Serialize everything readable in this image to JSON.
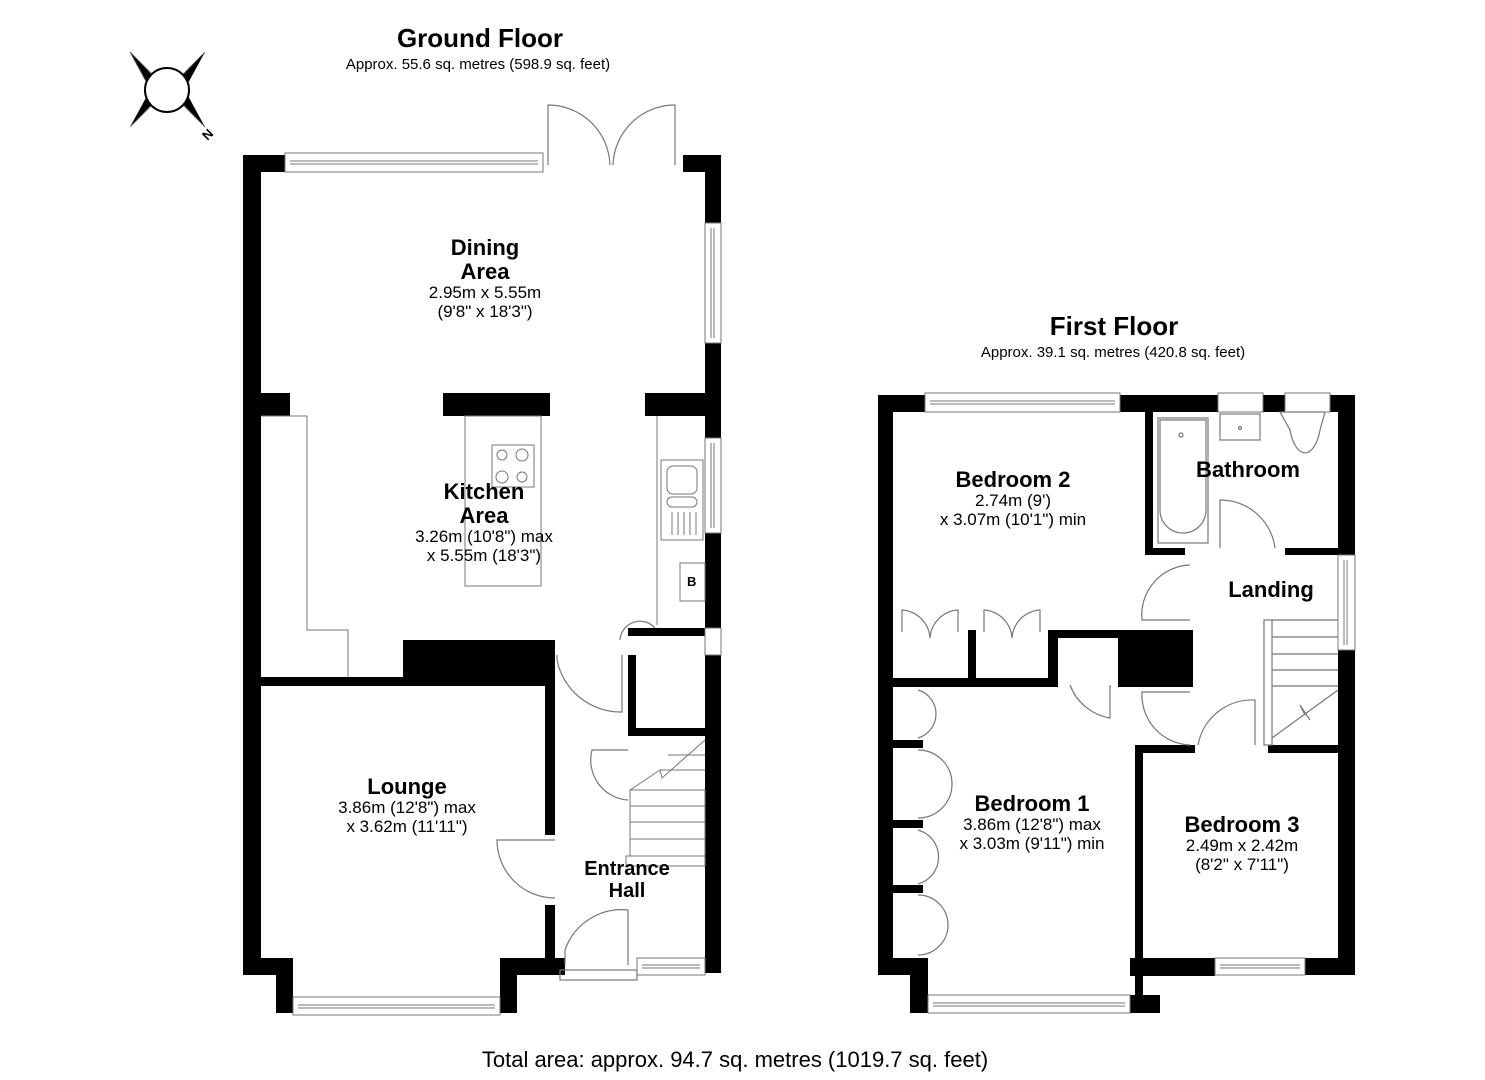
{
  "ground_floor": {
    "title": "Ground Floor",
    "area": "Approx. 55.6 sq. metres (598.9 sq. feet)",
    "rooms": [
      {
        "name_line1": "Dining",
        "name_line2": "Area",
        "dim_line1": "2.95m x 5.55m",
        "dim_line2": "(9'8\" x 18'3\")"
      },
      {
        "name_line1": "Kitchen",
        "name_line2": "Area",
        "dim_line1": "3.26m (10'8\") max",
        "dim_line2": "x 5.55m (18'3\")"
      },
      {
        "name_line1": "Lounge",
        "dim_line1": "3.86m (12'8\") max",
        "dim_line2": "x 3.62m (11'11\")"
      },
      {
        "name_line1": "Entrance",
        "name_line2": "Hall"
      }
    ],
    "boiler_label": "B"
  },
  "first_floor": {
    "title": "First Floor",
    "area": "Approx. 39.1 sq. metres (420.8 sq. feet)",
    "rooms": [
      {
        "name_line1": "Bedroom 2",
        "dim_line1": "2.74m (9')",
        "dim_line2": "x 3.07m (10'1\") min"
      },
      {
        "name_line1": "Bathroom"
      },
      {
        "name_line1": "Landing"
      },
      {
        "name_line1": "Bedroom 1",
        "dim_line1": "3.86m (12'8\") max",
        "dim_line2": "x 3.03m (9'11\") min"
      },
      {
        "name_line1": "Bedroom 3",
        "dim_line1": "2.49m x 2.42m",
        "dim_line2": "(8'2\" x 7'11\")"
      }
    ]
  },
  "compass": {
    "north_label": "N",
    "icon": "compass-rose-icon"
  },
  "total_area": "Total area: approx. 94.7 sq. metres (1019.7 sq. feet)",
  "colors": {
    "wall": "#000000",
    "fixture_line": "#777777",
    "background": "#ffffff"
  }
}
